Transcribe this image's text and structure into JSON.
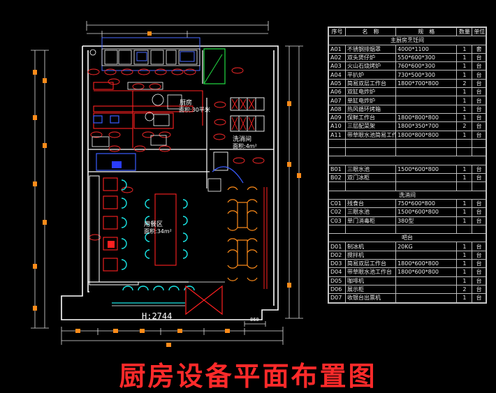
{
  "title": "厨房设备平面布置图",
  "plan": {
    "main_kitchen_label": "厨房",
    "main_kitchen_area": "面积:30平米",
    "wash_room_label": "洗消间",
    "wash_room_area": "面积:4m²",
    "dining_label": "用餐区",
    "dining_area": "面积:34m²",
    "height_label": "H:2744",
    "door_dim": "860"
  },
  "legend": {
    "headers": [
      "序号",
      "名　称",
      "规　格",
      "数量",
      "单位"
    ],
    "groups": [
      {
        "section": "主厨房烹饪间",
        "rows": [
          [
            "A01",
            "不锈钢排烟罩",
            "4000*1100",
            "1",
            "套"
          ],
          [
            "A02",
            "双头煲仔炉",
            "550*600*300",
            "1",
            "台"
          ],
          [
            "A03",
            "火山石烧烤炉",
            "760*600*300",
            "1",
            "台"
          ],
          [
            "A04",
            "平扒炉",
            "730*500*300",
            "1",
            "台"
          ],
          [
            "A05",
            "简易双层工作台",
            "1800*700*800",
            "2",
            "台"
          ],
          [
            "A06",
            "双缸电炸炉",
            "",
            "1",
            "台"
          ],
          [
            "A07",
            "单缸电炸炉",
            "",
            "1",
            "台"
          ],
          [
            "A08",
            "热风循环烤箱",
            "",
            "1",
            "台"
          ],
          [
            "A09",
            "保鲜工作台",
            "1800*800*800",
            "1",
            "台"
          ],
          [
            "A10",
            "三层配菜架",
            "1800*350*700",
            "2",
            "台"
          ],
          [
            "A11",
            "带草眼水池简易工作台",
            "1800*800*800",
            "1",
            "台"
          ]
        ],
        "blank_after": 2
      },
      {
        "section": "",
        "rows": [
          [
            "B01",
            "三眼水池",
            "1500*600*800",
            "1",
            "台"
          ],
          [
            "B02",
            "双门冰柜",
            "",
            "1",
            "台"
          ]
        ],
        "blank_after": 1
      },
      {
        "section": "洗消间",
        "rows": [
          [
            "C01",
            "残食台",
            "750*600*800",
            "1",
            "台"
          ],
          [
            "C02",
            "三眼水池",
            "1500*600*800",
            "1",
            "台"
          ],
          [
            "C03",
            "单门消毒柜",
            "380型",
            "1",
            "台"
          ]
        ],
        "blank_after": 1
      },
      {
        "section": "吧台",
        "rows": [
          [
            "D01",
            "制冰机",
            "20KG",
            "1",
            "台"
          ],
          [
            "D02",
            "搅拌机",
            "",
            "1",
            "台"
          ],
          [
            "D03",
            "简易双层工作台",
            "1800*600*800",
            "1",
            "台"
          ],
          [
            "D04",
            "带草眼水池工作台",
            "1800*600*800",
            "1",
            "台"
          ],
          [
            "D05",
            "咖啡机",
            "",
            "1",
            "台"
          ],
          [
            "D06",
            "展示柜",
            "",
            "2",
            "台"
          ],
          [
            "D07",
            "收银台出票机",
            "",
            "1",
            "台"
          ]
        ],
        "blank_after": 0
      }
    ]
  },
  "colors": {
    "background": "#000000",
    "wall": "#ffffff",
    "equipment_red": "#ff2020",
    "chair_cyan": "#19e6e6",
    "table_orange": "#ff8c1a",
    "tag_red": "#ff2a2a",
    "title_red": "#ff2a2a",
    "dim_marker": "#ff8c1a"
  }
}
